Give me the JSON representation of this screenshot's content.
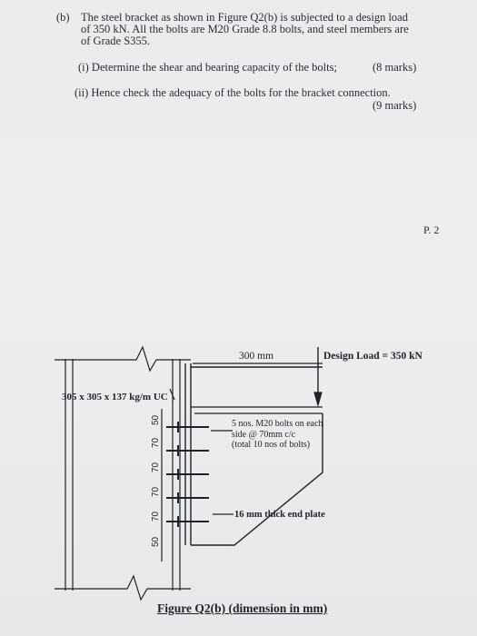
{
  "question": {
    "label": "(b)",
    "lines": [
      "The steel bracket as shown in Figure Q2(b) is subjected to a design load",
      "of 350 kN.  All the bolts are M20 Grade 8.8 bolts, and steel members are",
      "of Grade S355."
    ],
    "part_i": {
      "text": "(i)   Determine the shear and bearing capacity of the bolts;",
      "marks": "(8 marks)"
    },
    "part_ii": {
      "text": "(ii)  Hence check the adequacy of the bolts for the bracket connection.",
      "marks": "(9 marks)"
    }
  },
  "page_number": "P. 2",
  "figure": {
    "dim_300": "300 mm",
    "design_load": "Design Load = 350 kN",
    "column_label": "305 x 305 x 137 kg/m UC",
    "bolts_note": "5 nos. M20 bolts on each\nside @ 70mm c/c\n(total 10 nos of bolts)",
    "plate_note": "16 mm thick end plate",
    "vertical_dims": [
      "50",
      "70",
      "70",
      "70",
      "70",
      "50"
    ],
    "caption": "Figure Q2(b) (dimension in mm)"
  }
}
